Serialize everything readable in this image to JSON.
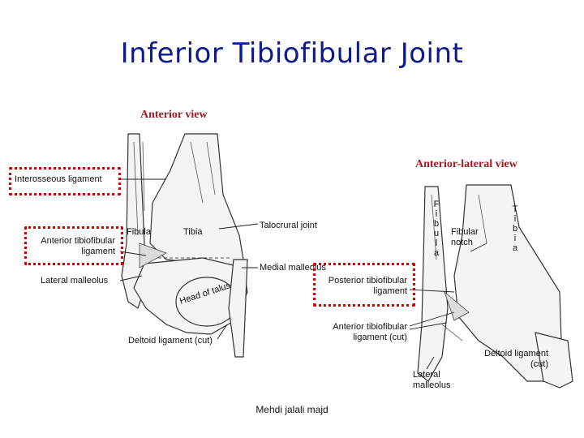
{
  "title": "Inferior Tibiofibular Joint",
  "anterior": {
    "view_title": "Anterior view",
    "labels": {
      "interosseous": "Interosseous ligament",
      "fibula": "Fibula",
      "tibia": "Tibia",
      "talocrural": "Talocrural joint",
      "ant_tib_fib_1": "Anterior tibiofibular",
      "ant_tib_fib_2": "ligament",
      "medial_malleolus": "Medial malleolus",
      "lateral_malleolus": "Lateral malleolus",
      "head_of_talus": "Head of talus",
      "deltoid": "Deltoid ligament (cut)"
    }
  },
  "anterior_lateral": {
    "view_title": "Anterior-lateral view",
    "labels": {
      "fibula_vertical": "Fibula",
      "tibia_vertical": "Tibia",
      "fibular_notch_1": "Fibular",
      "fibular_notch_2": "notch",
      "post_tib_fib_1": "Posterior tibiofibular",
      "post_tib_fib_2": "ligament",
      "ant_tib_fib_cut_1": "Anterior tibiofibular",
      "ant_tib_fib_cut_2": "ligament (cut)",
      "deltoid_1": "Deltoid ligament",
      "deltoid_2": "(cut)",
      "lateral_malleolus_1": "Lateral",
      "lateral_malleolus_2": "malleolus"
    }
  },
  "footer": "Mehdi jalali majd",
  "colors": {
    "title": "#0b1a8c",
    "view_title": "#a01b1f",
    "highlight": "#d40000"
  }
}
